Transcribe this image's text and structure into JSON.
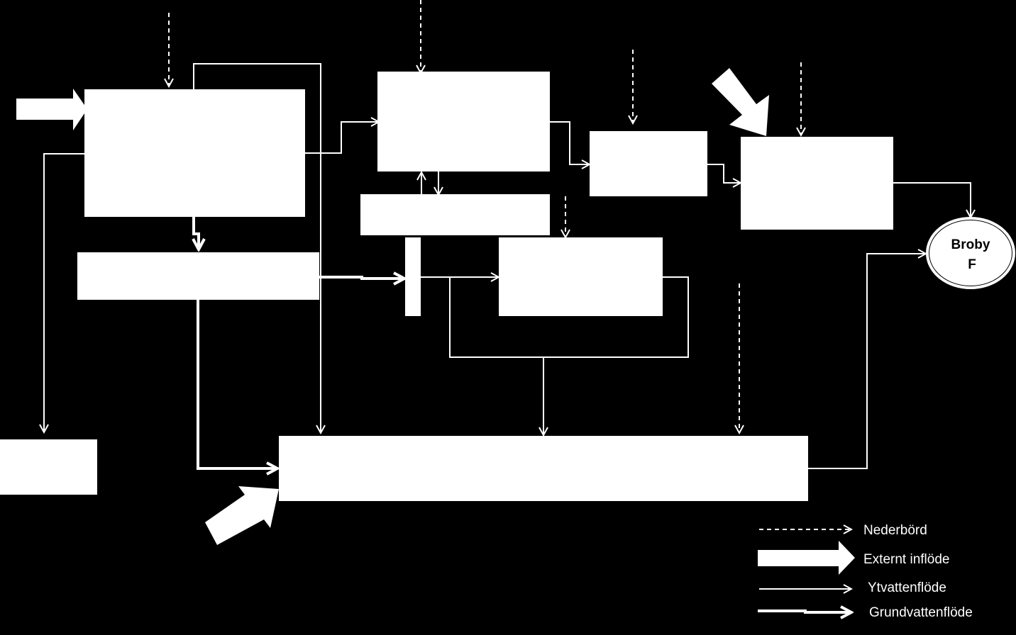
{
  "colors": {
    "background": "#000000",
    "foreground": "#ffffff"
  },
  "nodes": {
    "outlet": {
      "label_line1": "Broby",
      "label_line2": "F"
    }
  },
  "legend": {
    "precipitation": "Nederbörd",
    "external_inflow": "Externt inflöde",
    "surface_flow": "Ytvattenflöde",
    "groundwater_flow": "Grundvattenflöde"
  }
}
